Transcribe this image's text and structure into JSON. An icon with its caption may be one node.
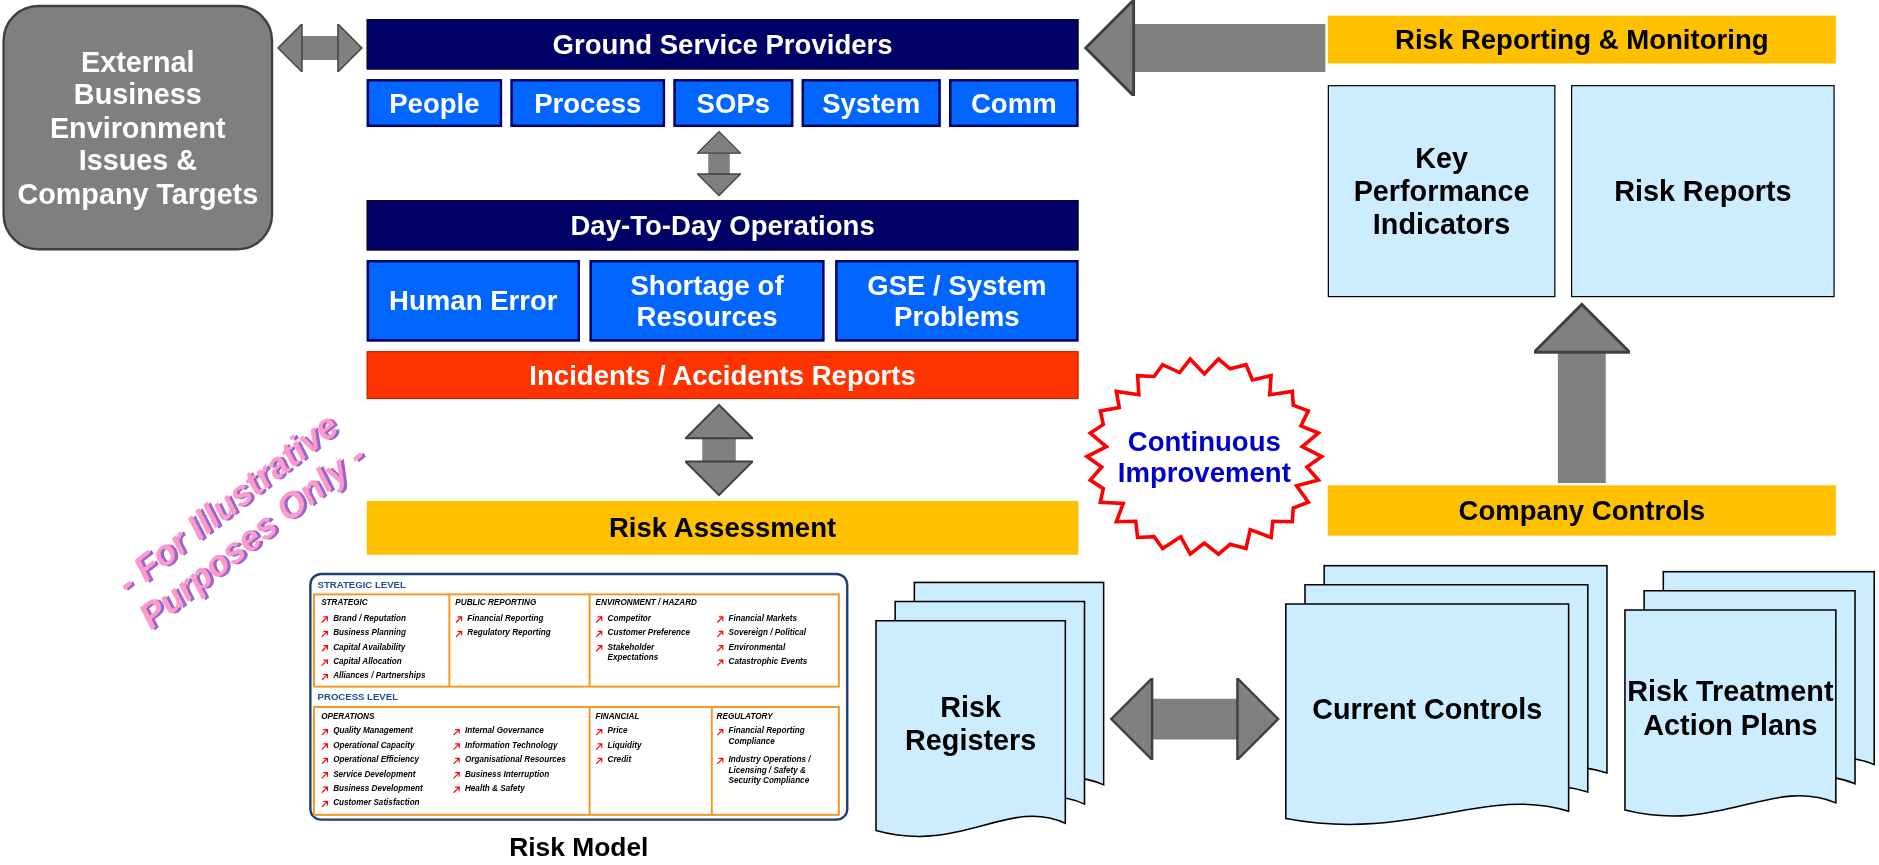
{
  "diagram": {
    "nodes": [
      {
        "text": [
          "External Business Environment Issues & Company Targets"
        ]
      },
      {
        "text": [
          "Ground Service Providers"
        ]
      },
      {
        "text": [
          "People"
        ]
      },
      {
        "text": [
          "Process"
        ]
      },
      {
        "text": [
          "SOPs"
        ]
      },
      {
        "text": [
          "System"
        ]
      },
      {
        "text": [
          "Comm"
        ]
      },
      {
        "text": [
          "Risk Reporting & Monitoring"
        ]
      },
      {
        "text": [
          "Key Performance Indicators"
        ]
      },
      {
        "text": [
          "Risk Reports"
        ]
      },
      {
        "text": [
          "Day-To-Day Operations"
        ]
      },
      {
        "text": [
          "Human Error"
        ]
      },
      {
        "text": [
          "Shortage of Resources"
        ]
      },
      {
        "text": [
          "GSE / System Problems"
        ]
      },
      {
        "text": [
          "Incidents / Accidents Reports"
        ]
      },
      {
        "text": [
          "Continuous Improvement"
        ]
      },
      {
        "text": [
          "Risk Assessment"
        ]
      },
      {
        "text": [
          "Company Controls"
        ]
      },
      {
        "text": [
          "Risk Registers"
        ]
      },
      {
        "text": [
          "Current Controls"
        ]
      },
      {
        "text": [
          "Risk Treatment Action Plans"
        ]
      }
    ],
    "edges": [
      {
        "from": 0,
        "to": 1,
        "arrow": "both"
      },
      {
        "from": 7,
        "to": 1,
        "arrow": "to"
      },
      {
        "from": 4,
        "to": 10,
        "arrow": "both"
      },
      {
        "from": 14,
        "to": 16,
        "arrow": "both"
      },
      {
        "from": 17,
        "to": 9,
        "arrow": "to"
      },
      {
        "from": 18,
        "to": 19,
        "arrow": "both"
      }
    ],
    "labels": [
      "- For Illustrative Purposes Only -",
      "STRATEGIC LEVEL",
      "STRATEGIC",
      "Brand / Reputation",
      "Business Planning",
      "Capital Availability",
      "Capital Allocation",
      "Alliances / Partnerships",
      "PUBLIC REPORTING",
      "Financial Reporting",
      "Regulatory Reporting",
      "ENVIRONMENT / HAZARD",
      "Competitor",
      "Customer Preference",
      "Stakeholder Expectations",
      "Financial Markets",
      "Sovereign / Political",
      "Environmental",
      "Catastrophic Events",
      "PROCESS LEVEL",
      "OPERATIONS",
      "Quality Management",
      "Operational Capacity",
      "Operational Efficiency",
      "Service Development",
      "Business Development",
      "Customer Satisfaction",
      "Internal Governance",
      "Information Technology",
      "Organisational Resources",
      "Business Interruption",
      "Health & Safety",
      "FINANCIAL",
      "Price",
      "Liquidity",
      "Credit",
      "REGULATORY",
      "Financial Reporting Compliance",
      "Industry Operations / Licensing / Safety & Security Compliance",
      "Risk Model"
    ]
  }
}
